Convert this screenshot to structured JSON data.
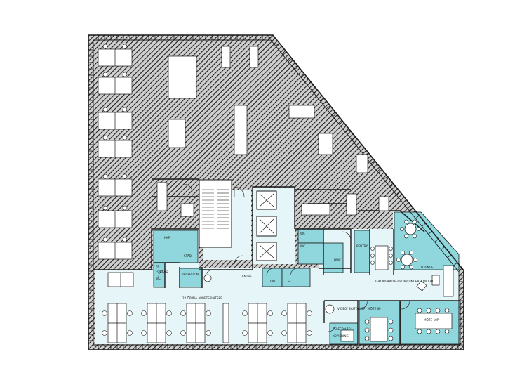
{
  "colors": {
    "wall": "#1a1a1a",
    "leased_area": "#e6f6f8",
    "room_fill": "#8fd6dd",
    "hatch_line": "#222222",
    "background": "#ffffff"
  },
  "rooms": {
    "open_workspace": "22 ÖPPNA ARBETSPLATSER",
    "entrance": "ENTRÉ",
    "reception": "RECEPTION",
    "pantry": "PENTRY",
    "kitchen_lunch": "TEKÖK/VARDAGSRUM/LUNCHROOM 12P",
    "lounge": "LOUNGE",
    "meeting_10p": "MÖTE 10P",
    "meeting_6p": "MÖTE 6P",
    "video_call": "VIDEO/ SAMTAL 3P",
    "phone_booth": "TELEFON 1P",
    "copy": "KOPIERING",
    "storage": "FÖRRÅD",
    "wc": "WC",
    "hkp": "HKP",
    "tpb": "TPB",
    "hwc": "HWC",
    "stad": "STÄD",
    "fr": "FR",
    "st": "ST"
  }
}
